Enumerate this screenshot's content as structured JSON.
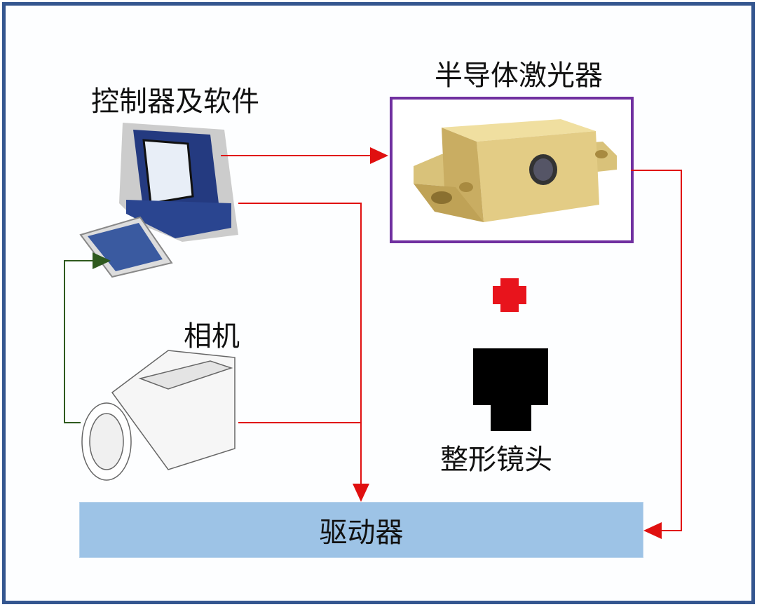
{
  "labels": {
    "controller": "控制器及软件",
    "laser": "半导体激光器",
    "camera": "相机",
    "lens": "整形镜头",
    "driver": "驱动器"
  },
  "colors": {
    "frame": "#34568f",
    "laser_box": "#7030a0",
    "driver": "#9dc3e6",
    "signal_line": "#e01010",
    "feedback_line": "#3a6b2a"
  }
}
